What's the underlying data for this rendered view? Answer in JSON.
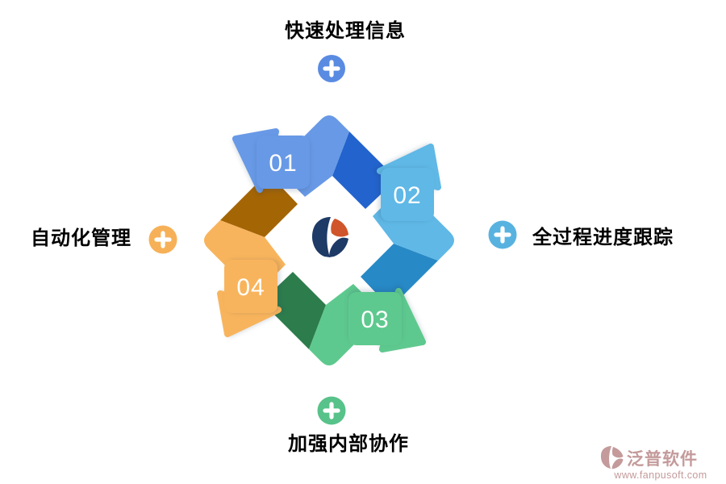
{
  "features": [
    {
      "position": "top",
      "number": "01",
      "label": "快速处理信息",
      "arrow_color": "#6899E6",
      "arrow_shade": "#2263CD",
      "plus_color": "#5A8BE2"
    },
    {
      "position": "right",
      "number": "02",
      "label": "全过程进度跟踪",
      "arrow_color": "#5FB8E6",
      "arrow_shade": "#2789C6",
      "plus_color": "#58B2E0"
    },
    {
      "position": "bottom",
      "number": "03",
      "label": "加强内部协作",
      "arrow_color": "#5EC98E",
      "arrow_shade": "#2D7C4C",
      "plus_color": "#57C289"
    },
    {
      "position": "left",
      "number": "04",
      "label": "自动化管理",
      "arrow_color": "#F8B45C",
      "arrow_shade": "#A46505",
      "plus_color": "#F6B158"
    }
  ],
  "center_logo": {
    "navy": "#1E3A66",
    "orange": "#D0552A"
  },
  "watermark": {
    "brand": "泛普软件",
    "url": "www.fanpusoft.com",
    "color": "#C49A9A"
  }
}
